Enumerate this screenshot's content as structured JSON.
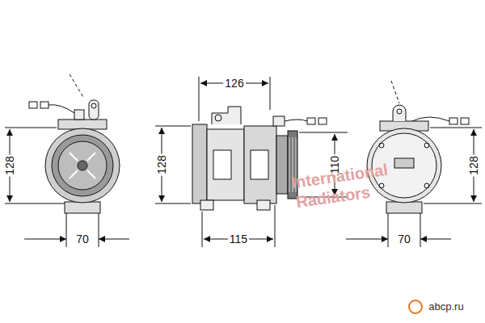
{
  "diagram": {
    "labels": [
      "126",
      "128",
      "128",
      "110",
      "128",
      "70",
      "115",
      "70",
      "International",
      "Radiators",
      "abcp.ru"
    ]
  }
}
